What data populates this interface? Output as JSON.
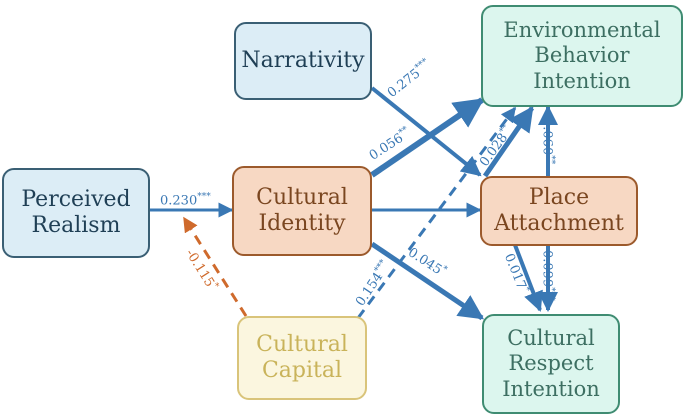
{
  "nodes": {
    "narrativity": "Narrativity",
    "perceived_realism": "Perceived\nRealism",
    "cultural_identity": "Cultural\nIdentity",
    "cultural_capital": "Cultural\nCapital",
    "environmental_behavior_intention": "Environmental\nBehavior\nIntention",
    "place_attachment": "Place\nAttachment",
    "cultural_respect_intention": "Cultural\nRespect\nIntention"
  },
  "paths": [
    {
      "id": "narrativity-to-place-attachment",
      "value": "0.275",
      "stars": "***"
    },
    {
      "id": "realism-to-identity",
      "value": "0.230",
      "stars": "***"
    },
    {
      "id": "capital-to-realism",
      "value": "-0.115",
      "stars": "*"
    },
    {
      "id": "identity-to-environmental",
      "value": "0.056",
      "stars": "**"
    },
    {
      "id": "place-attachment-to-environmental",
      "value": "0.028",
      "stars": "**"
    },
    {
      "id": "place-attachment-environmental-vertical",
      "value": "0.060",
      "stars": "**"
    },
    {
      "id": "capital-to-environmental",
      "value": "0.154",
      "stars": "***"
    },
    {
      "id": "identity-to-respect",
      "value": "0.045",
      "stars": "*"
    },
    {
      "id": "place-attachment-to-respect-diagonal",
      "value": "0.017",
      "stars": "*"
    },
    {
      "id": "place-attachment-to-respect-vertical",
      "value": "0.099",
      "stars": "***"
    }
  ],
  "colors": {
    "blue_arrow": "#3a78b4",
    "orange_arrow": "#cf6a2c"
  }
}
